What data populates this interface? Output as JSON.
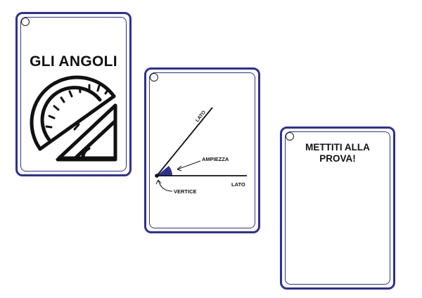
{
  "cards": [
    {
      "title": "GLI ANGOLI",
      "icon": "protractor-set-square-icon"
    },
    {
      "diagram_labels": {
        "side_top": "LATO",
        "side_bottom": "LATO",
        "amplitude": "AMPIEZZA",
        "vertex": "VERTICE"
      },
      "colors": {
        "angle_fill": "#2e3192"
      }
    },
    {
      "title": "METTITI ALLA PROVA!"
    }
  ],
  "colors": {
    "card_border": "#2e3192"
  }
}
